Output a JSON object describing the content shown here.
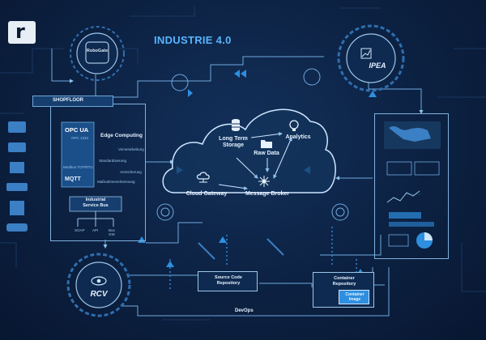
{
  "title": "INDUSTRIE 4.0",
  "logo_letter": "r",
  "hubs": {
    "robogate": "RoboGate",
    "ipea": "IPEA",
    "rcv": "RCV"
  },
  "shopfloor": {
    "label": "SHOPFLOOR",
    "opcua": "OPC UA",
    "opc_sub": "OPC 1234",
    "modbus": "Modbus TCP/RTU",
    "mqtt": "MQTT",
    "edge_computing": "Edge Computing",
    "edge_items": [
      "Vorverarbeitung",
      "Standardisierung",
      "Anreicherung",
      "Maßnahmenerkennung"
    ],
    "service_bus": "Industrial\nService Bus",
    "bus_labels": [
      "SOAP",
      "API",
      "Bus\nGW"
    ]
  },
  "cloud": {
    "long_term_storage": "Long Term\nStorage",
    "raw_data": "Raw Data",
    "analytics": "Analytics",
    "cloud_gateway": "Cloud Gateway",
    "message_broker": "Message Broker"
  },
  "devops": {
    "source_code_repository": "Source Code\nRepository",
    "container_repository": "Container\nRepository",
    "container_image": "Container\nImage",
    "label": "DevOps"
  },
  "colors": {
    "background": "#0c2142",
    "accent": "#2e8fe0",
    "line": "#6fa9dc",
    "text": "#e6f2ff"
  }
}
